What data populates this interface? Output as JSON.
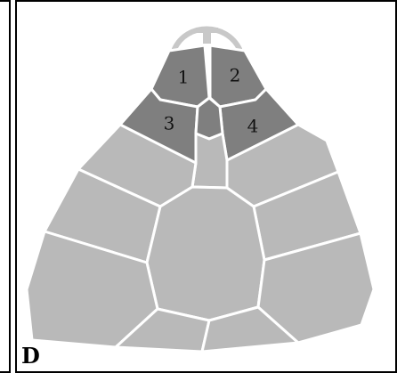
{
  "figure": {
    "panel_label": "D",
    "numbered_scales": [
      {
        "number": "1"
      },
      {
        "number": "2"
      },
      {
        "number": "3"
      },
      {
        "number": "4"
      }
    ]
  },
  "colors": {
    "scale_light": "#b9b9b9",
    "scale_dark": "#7f7f7f",
    "suture_line": "#ffffff",
    "frame": "#000000",
    "text": "#111111"
  }
}
